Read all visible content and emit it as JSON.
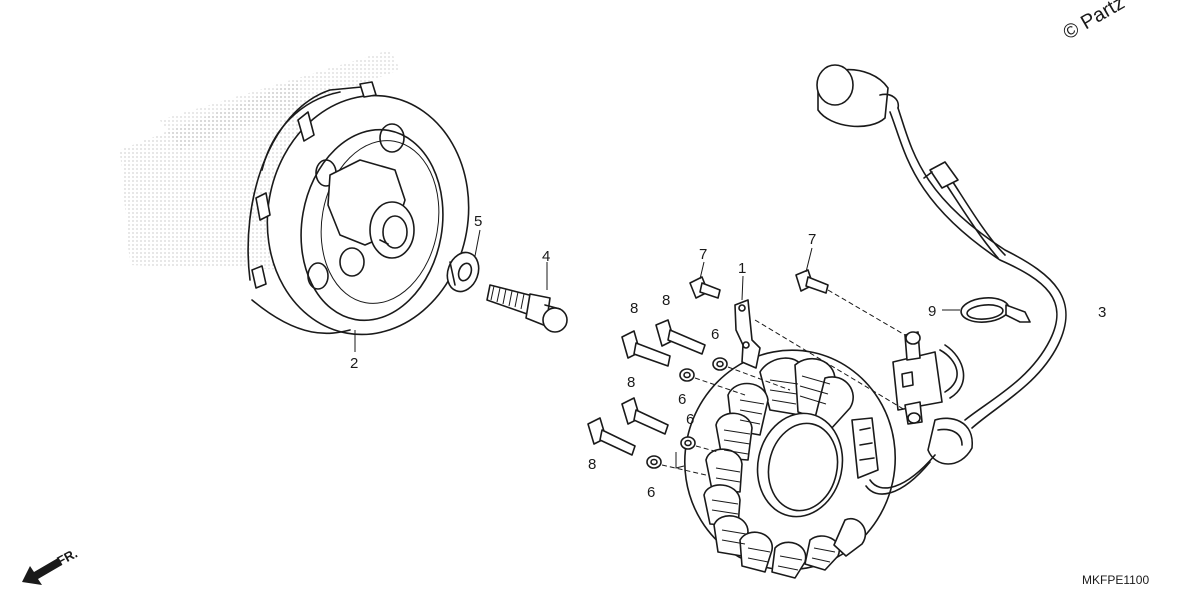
{
  "copyright": "© Partz",
  "diagram_code": "MKFPE1100",
  "direction_label": "FR.",
  "callouts": {
    "c1": "1",
    "c2": "2",
    "c3": "3",
    "c4": "4",
    "c5": "5",
    "c6a": "6",
    "c6b": "6",
    "c6c": "6",
    "c6d": "6",
    "c7a": "7",
    "c7b": "7",
    "c8a": "8",
    "c8b": "8",
    "c8c": "8",
    "c8d": "8",
    "c9": "9"
  }
}
